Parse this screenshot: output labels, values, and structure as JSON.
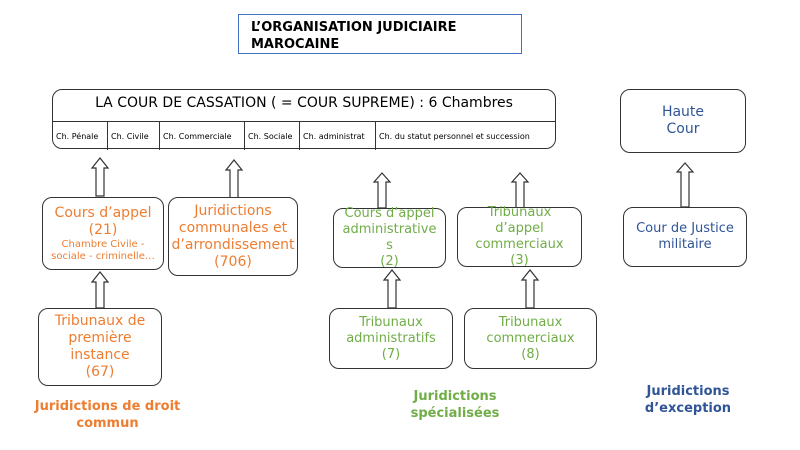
{
  "title": {
    "line1": "L’ORGANISATION JUDICIAIRE",
    "line2": "MAROCAINE"
  },
  "cassation": {
    "title": "LA COUR DE CASSATION ( = COUR SUPREME) : 6 Chambres",
    "chambers": [
      "Ch. Pénale",
      "Ch. Civile",
      "Ch. Commerciale",
      "Ch. Sociale",
      "Ch. administrat",
      "Ch. du statut personnel et succession"
    ]
  },
  "haute_cour": {
    "line1": "Haute",
    "line2": "Cour"
  },
  "cours_appel": {
    "line1": "Cours d’appel",
    "line2": "(21)",
    "line3": "Chambre Civile -",
    "line4": "sociale - criminelle…"
  },
  "juridictions_communales": {
    "line1": "Juridictions",
    "line2": "communales et",
    "line3": "d’arrondissement",
    "line4": "(706)"
  },
  "cours_appel_admin": {
    "line1": "Cours d’appel",
    "line2": "administrative",
    "line3": "s",
    "line4": "(2)"
  },
  "tribunaux_appel_comm": {
    "line1": "Tribunaux",
    "line2": "d’appel",
    "line3": "commerciaux",
    "line4": "(3)"
  },
  "cour_justice_militaire": {
    "line1": "Cour de Justice",
    "line2": "militaire"
  },
  "tribunaux_premiere_instance": {
    "line1": "Tribunaux de",
    "line2": "première",
    "line3": "instance",
    "line4": "(67)"
  },
  "tribunaux_admin": {
    "line1": "Tribunaux",
    "line2": "administratifs",
    "line3": "(7)"
  },
  "tribunaux_comm": {
    "line1": "Tribunaux",
    "line2": "commerciaux",
    "line3": "(8)"
  },
  "captions": {
    "droit_commun_1": "Juridictions de droit",
    "droit_commun_2": "commun",
    "specialisees_1": "Juridictions",
    "specialisees_2": "spécialisées",
    "exception_1": "Juridictions",
    "exception_2": "d’exception"
  },
  "colors": {
    "orange": "#ed7d31",
    "green": "#70ad47",
    "blue": "#2f5597",
    "title_border": "#4472c4"
  }
}
